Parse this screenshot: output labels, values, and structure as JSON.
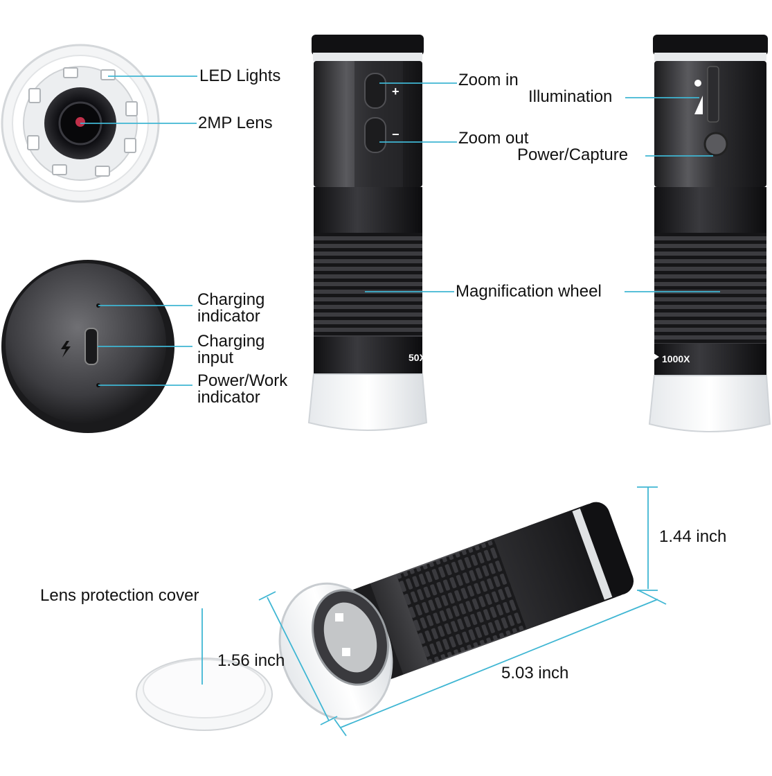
{
  "labels": {
    "led_lights": "LED Lights",
    "lens": "2MP Lens",
    "charging_indicator_1": "Charging",
    "charging_indicator_2": "indicator",
    "charging_input_1": "Charging",
    "charging_input_2": "input",
    "power_work_1": "Power/Work",
    "power_work_2": "indicator",
    "zoom_in": "Zoom in",
    "zoom_out": "Zoom out",
    "illumination": "Illumination",
    "power_capture": "Power/Capture",
    "magnification_wheel": "Magnification wheel",
    "lens_cover": "Lens protection cover"
  },
  "dimensions": {
    "height": "1.44 inch",
    "diameter": "1.56 inch",
    "length": "5.03 inch"
  },
  "markings": {
    "min_zoom": "50X",
    "max_zoom": "1000X",
    "plus": "+",
    "minus": "−"
  },
  "colors": {
    "leader_line": "#3fb6d3",
    "body_dark": "#2a2a2c",
    "body_mid": "#4a4a4e",
    "label_text": "#111111"
  }
}
